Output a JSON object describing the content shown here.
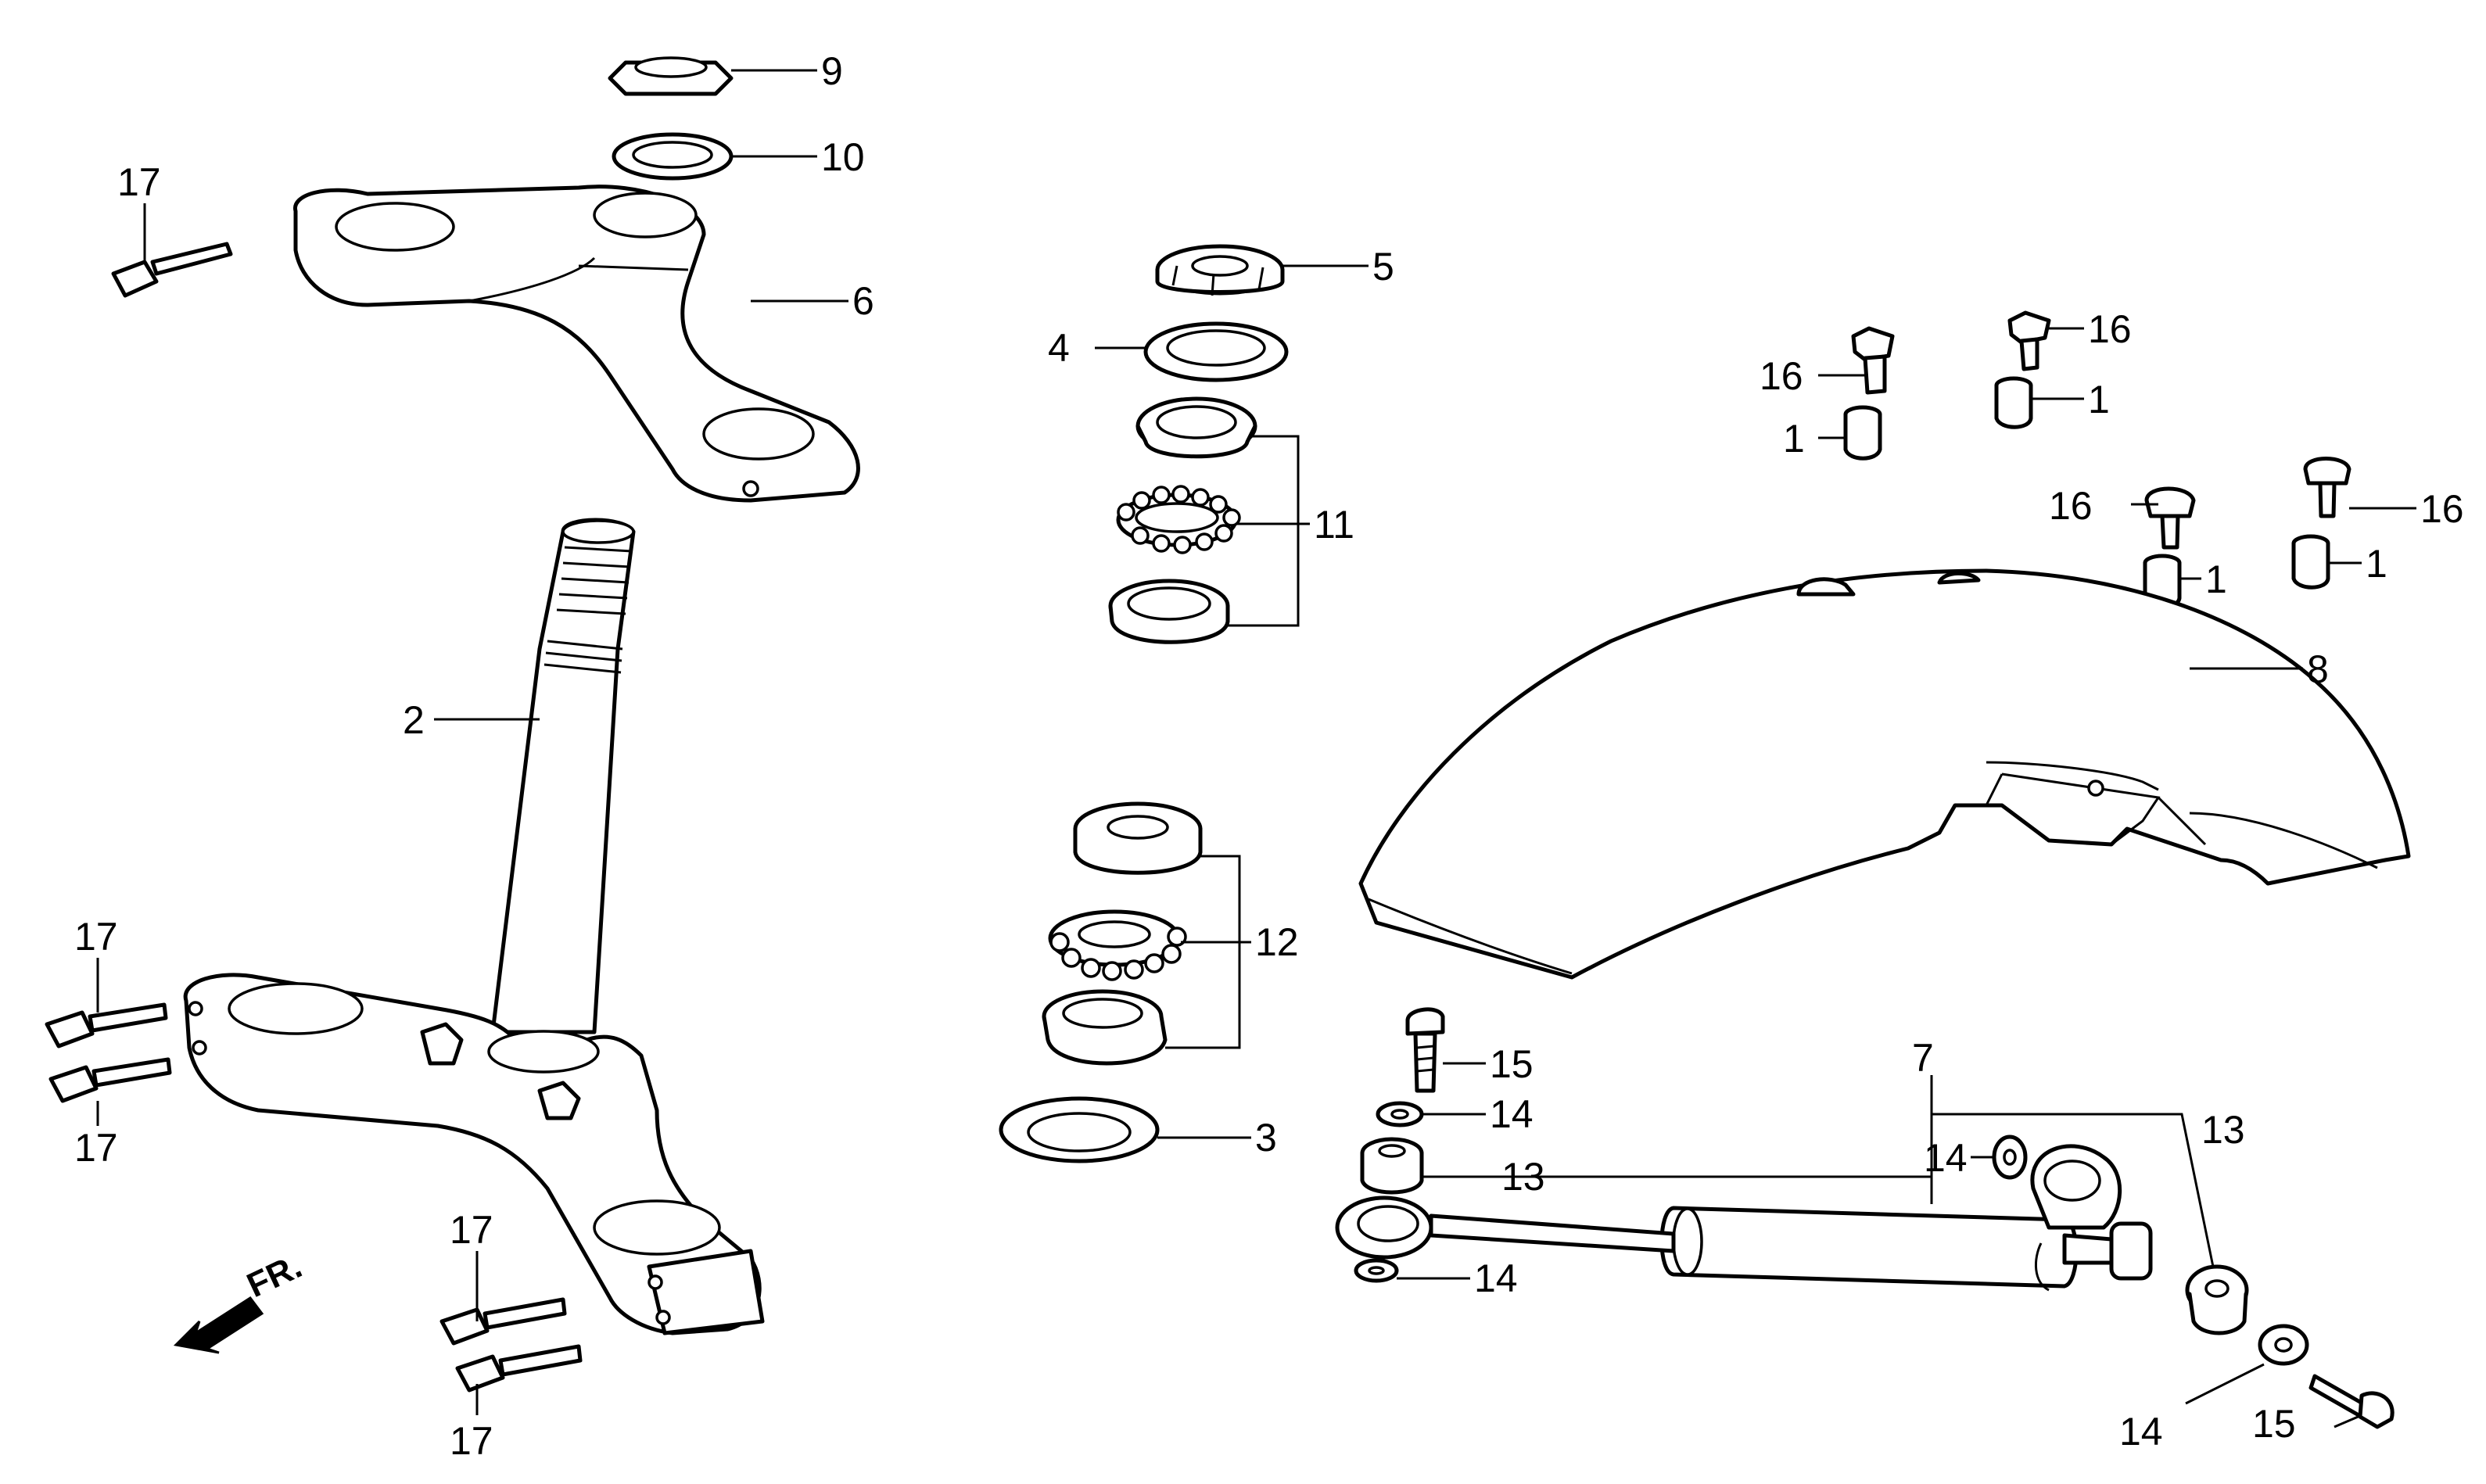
{
  "diagram": {
    "front_indicator": "FR.",
    "callouts": [
      {
        "id": "c9",
        "text": "9"
      },
      {
        "id": "c10",
        "text": "10"
      },
      {
        "id": "c17a",
        "text": "17"
      },
      {
        "id": "c6",
        "text": "6"
      },
      {
        "id": "c5",
        "text": "5"
      },
      {
        "id": "c4",
        "text": "4"
      },
      {
        "id": "c11",
        "text": "11"
      },
      {
        "id": "c16a",
        "text": "16"
      },
      {
        "id": "c16b",
        "text": "16"
      },
      {
        "id": "c1a",
        "text": "1"
      },
      {
        "id": "c1b",
        "text": "1"
      },
      {
        "id": "c16c",
        "text": "16"
      },
      {
        "id": "c16d",
        "text": "16"
      },
      {
        "id": "c1c",
        "text": "1"
      },
      {
        "id": "c1d",
        "text": "1"
      },
      {
        "id": "c8",
        "text": "8"
      },
      {
        "id": "c2",
        "text": "2"
      },
      {
        "id": "c12",
        "text": "12"
      },
      {
        "id": "c17b",
        "text": "17"
      },
      {
        "id": "c17c",
        "text": "17"
      },
      {
        "id": "c3",
        "text": "3"
      },
      {
        "id": "c15a",
        "text": "15"
      },
      {
        "id": "c14a",
        "text": "14"
      },
      {
        "id": "c7",
        "text": "7"
      },
      {
        "id": "c13a",
        "text": "13"
      },
      {
        "id": "c14b",
        "text": "14"
      },
      {
        "id": "c13b",
        "text": "13"
      },
      {
        "id": "c14c",
        "text": "14"
      },
      {
        "id": "c17d",
        "text": "17"
      },
      {
        "id": "c17e",
        "text": "17"
      },
      {
        "id": "c14d",
        "text": "14"
      },
      {
        "id": "c15b",
        "text": "15"
      }
    ]
  }
}
